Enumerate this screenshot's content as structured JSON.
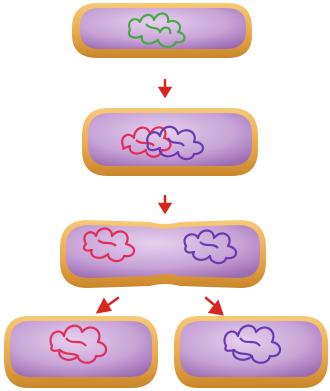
{
  "diagram": {
    "colors": {
      "membrane_light": "#f7c977",
      "membrane_mid": "#e9a94a",
      "membrane_dark": "#c9862c",
      "cytoplasm_light": "#e6d0ee",
      "cytoplasm_mid": "#c7a2d6",
      "cytoplasm_dark": "#9c6bb2",
      "dna_original": "#4aa84a",
      "dna_copy_a": "#e0305a",
      "dna_copy_b": "#6a3cb0",
      "arrow": "#d7261e"
    },
    "stages": [
      {
        "label": "",
        "dna": [
          "original"
        ]
      },
      {
        "label": "",
        "dna": [
          "copy_a",
          "copy_b"
        ]
      },
      {
        "label": "",
        "dna": [
          "copy_a",
          "copy_b"
        ]
      },
      {
        "label": "",
        "dna": [
          "copy_a"
        ]
      },
      {
        "label": "",
        "dna": [
          "copy_b"
        ]
      }
    ]
  }
}
